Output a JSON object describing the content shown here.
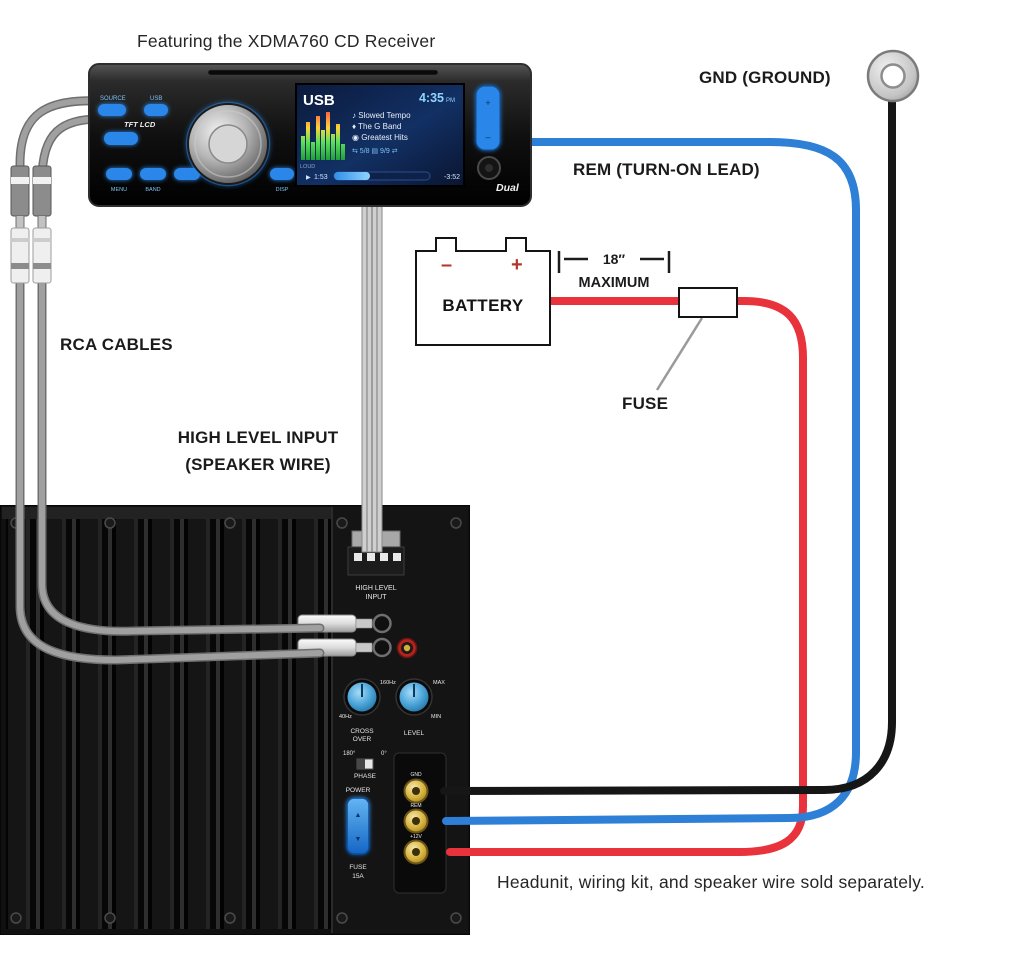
{
  "title": "Featuring the XDMA760 CD Receiver",
  "footer": "Headunit, wiring kit, and speaker wire sold separately.",
  "labels": {
    "gnd": "GND (GROUND)",
    "rem": "REM (TURN-ON LEAD)",
    "rca": "RCA CABLES",
    "hli_line1": "HIGH LEVEL INPUT",
    "hli_line2": "(SPEAKER WIRE)",
    "fuse": "FUSE",
    "battery": "BATTERY",
    "minus": "–",
    "plus": "+",
    "max_inches": "18″",
    "max_word": "MAXIMUM"
  },
  "head_unit": {
    "brand": "Dual",
    "btn_source": "SOURCE",
    "btn_usb": "USB",
    "tft": "TFT LCD",
    "btn_menu": "MENU",
    "btn_band": "BAND",
    "btn_disp": "DISP",
    "display": {
      "mode": "USB",
      "time": "4:35",
      "ampm": "PM",
      "line1": "♪ Slowed Tempo",
      "line2": "♦ The G Band",
      "line3": "◉ Greatest Hits",
      "counters": "⇆ 5/8  ▤ 9/9  ⇄",
      "loud": "LOUD",
      "play_icon": "▶",
      "elapsed": "1:53",
      "remaining": "-3:52"
    }
  },
  "amp": {
    "hli_line1": "HIGH LEVEL",
    "hli_line2": "INPUT",
    "cross_max": "160Hz",
    "cross_min": "40Hz",
    "cross_line1": "CROSS",
    "cross_line2": "OVER",
    "level_max": "MAX",
    "level_min": "MIN",
    "level": "LEVEL",
    "phase_left": "180°",
    "phase_right": "0°",
    "phase": "PHASE",
    "power": "POWER",
    "fuse_line1": "FUSE",
    "fuse_line2": "15A",
    "term_gnd": "GND",
    "term_rem": "REM",
    "term_12v": "+12V"
  },
  "colors": {
    "accent_blue": "#2b86e8",
    "wire_red": "#e8323c",
    "wire_blue": "#2e7fd6",
    "wire_black": "#161616",
    "wire_gray": "#a0a0a0"
  }
}
